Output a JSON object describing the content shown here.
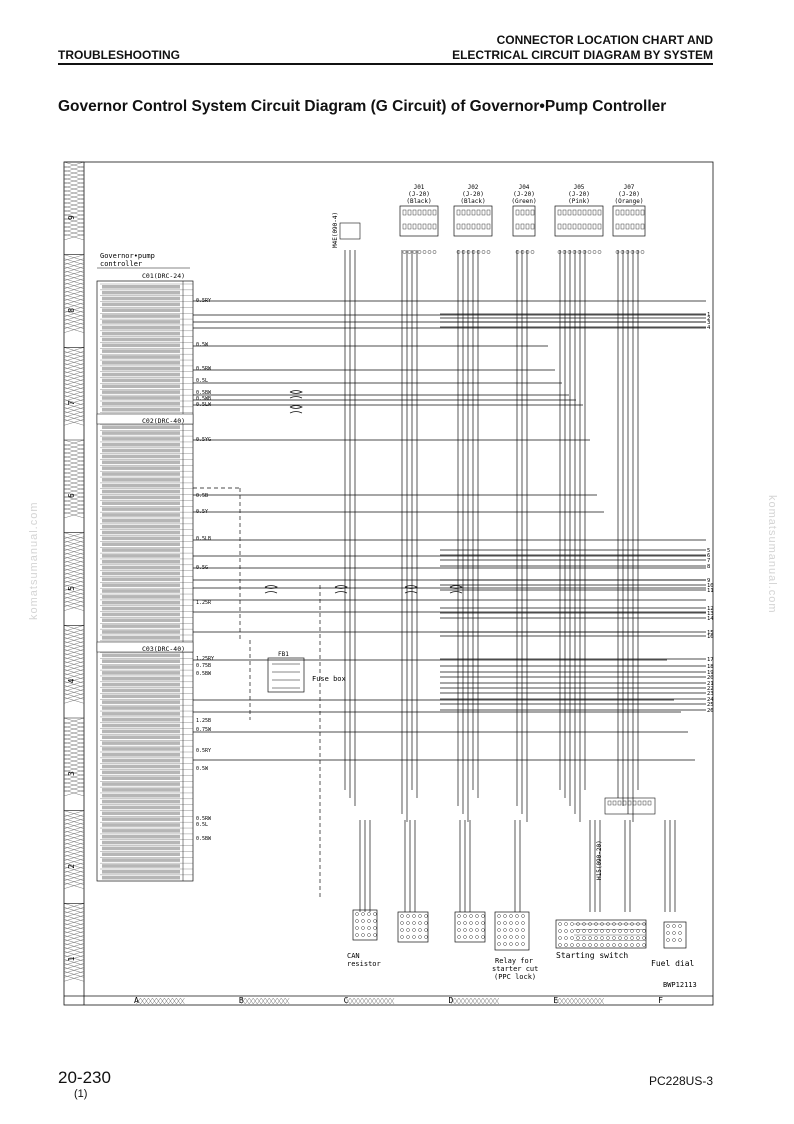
{
  "header": {
    "left": "TROUBLESHOOTING",
    "right_line1": "CONNECTOR LOCATION CHART AND",
    "right_line2": "ELECTRICAL CIRCUIT DIAGRAM BY SYSTEM"
  },
  "title": "Governor Control System Circuit Diagram (G Circuit) of Governor•Pump Controller",
  "watermark": "komatsumanual.com",
  "footer": {
    "page": "20-230",
    "sub": "(1)",
    "model": "PC228US-3"
  },
  "diagram": {
    "controller_label_1": "Governor•pump",
    "controller_label_2": "controller",
    "connectors": [
      {
        "id": "C01",
        "label": "C01(DRC-24)"
      },
      {
        "id": "C02",
        "label": "C02(DRC-40)"
      },
      {
        "id": "C03",
        "label": "C03(DRC-40)"
      }
    ],
    "top_connectors": [
      {
        "name": "J01",
        "type": "(J-20)",
        "color": "(Black)"
      },
      {
        "name": "J02",
        "type": "(J-20)",
        "color": "(Black)"
      },
      {
        "name": "J04",
        "type": "(J-20)",
        "color": "(Green)"
      },
      {
        "name": "J05",
        "type": "(J-20)",
        "color": "(Pink)"
      },
      {
        "name": "J07",
        "type": "(J-20)",
        "color": "(Orange)"
      }
    ],
    "m4_label": "M4E(090-4)",
    "fuse_box_label": "Fuse box",
    "fb1_label": "FB1",
    "h15_label": "H15(090-20)",
    "bottom_labels": {
      "can": [
        "CAN",
        "resistor"
      ],
      "relay": [
        "Relay for",
        "starter cut",
        "(PPC lock)"
      ],
      "starting": "Starting switch",
      "fuel": "Fuel dial"
    },
    "drawing_code": "BWP12113",
    "zones_x": [
      "A",
      "B",
      "C",
      "D",
      "E",
      "F"
    ],
    "zones_y": [
      "9",
      "8",
      "7",
      "6",
      "5",
      "4",
      "3",
      "2",
      "1"
    ],
    "right_numbers": [
      "1",
      "2",
      "3",
      "4",
      "5",
      "6",
      "7",
      "8",
      "9",
      "10",
      "11",
      "12",
      "13",
      "14",
      "15",
      "16",
      "17",
      "18",
      "19",
      "20",
      "21",
      "22",
      "23",
      "24",
      "25",
      "26"
    ],
    "wire_labels": [
      "0.5RY",
      "0.5W",
      "0.5RW",
      "0.5L",
      "0.5BW",
      "0.5WB",
      "0.5LW",
      "0.5YG",
      "0.5B",
      "0.5Y",
      "0.5LB",
      "0.5G",
      "1.25R",
      "1.25RY",
      "0.75B",
      "0.5BW",
      "1.25B",
      "0.75W"
    ]
  }
}
